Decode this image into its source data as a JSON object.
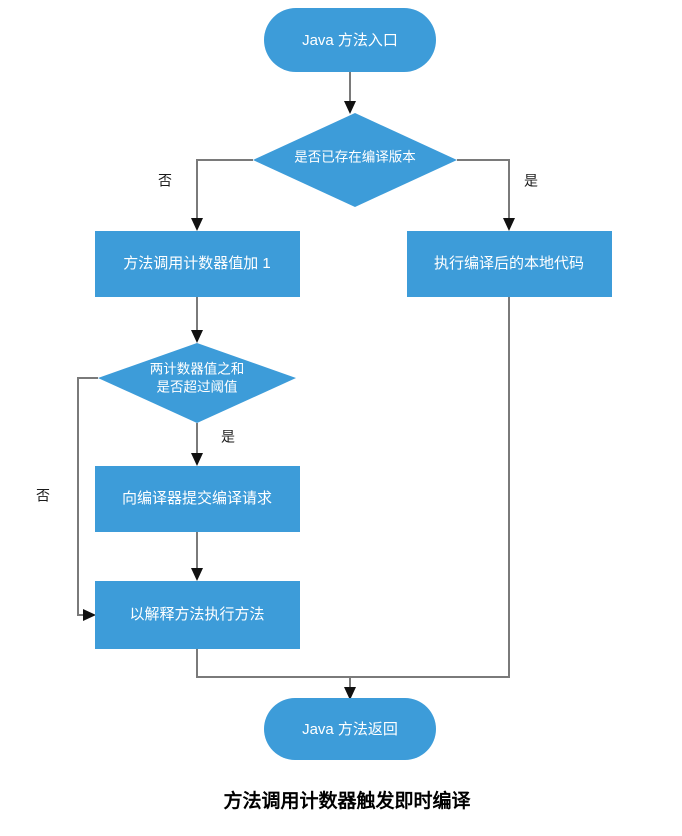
{
  "figure": {
    "caption": "方法调用计数器触发即时编译",
    "background_color": "#ffffff",
    "node_fill_color": "#3d9cd9",
    "node_text_color": "#ffffff",
    "edge_color": "#7a7a7a",
    "arrowhead_color": "#111111"
  },
  "chart_data": {
    "type": "diagram",
    "title": "方法调用计数器触发即时编译",
    "nodes": [
      {
        "id": "start",
        "shape": "terminator",
        "label": "Java 方法入口"
      },
      {
        "id": "has_compiled",
        "shape": "decision",
        "label": "是否已存在编译版本"
      },
      {
        "id": "counter_inc",
        "shape": "process",
        "label": "方法调用计数器值加 1"
      },
      {
        "id": "run_native",
        "shape": "process",
        "label": "执行编译后的本地代码"
      },
      {
        "id": "over_thresh",
        "shape": "decision",
        "label_line1": "两计数器值之和",
        "label_line2": "是否超过阈值"
      },
      {
        "id": "submit_req",
        "shape": "process",
        "label": "向编译器提交编译请求"
      },
      {
        "id": "interpret",
        "shape": "process",
        "label": "以解释方法执行方法"
      },
      {
        "id": "end",
        "shape": "terminator",
        "label": "Java 方法返回"
      }
    ],
    "edges": [
      {
        "from": "start",
        "to": "has_compiled",
        "label": ""
      },
      {
        "from": "has_compiled",
        "to": "counter_inc",
        "label": "否"
      },
      {
        "from": "has_compiled",
        "to": "run_native",
        "label": "是"
      },
      {
        "from": "counter_inc",
        "to": "over_thresh",
        "label": ""
      },
      {
        "from": "over_thresh",
        "to": "submit_req",
        "label": "是"
      },
      {
        "from": "over_thresh",
        "to": "interpret",
        "label": "否"
      },
      {
        "from": "submit_req",
        "to": "interpret",
        "label": ""
      },
      {
        "from": "interpret",
        "to": "end",
        "label": ""
      },
      {
        "from": "run_native",
        "to": "end",
        "label": ""
      }
    ]
  },
  "nodes": {
    "start": {
      "label": "Java 方法入口"
    },
    "has_compiled": {
      "label": "是否已存在编译版本"
    },
    "counter_inc": {
      "label": "方法调用计数器值加 1"
    },
    "run_native": {
      "label": "执行编译后的本地代码"
    },
    "over_thresh": {
      "line1": "两计数器值之和",
      "line2": "是否超过阈值"
    },
    "submit_req": {
      "label": "向编译器提交编译请求"
    },
    "interpret": {
      "label": "以解释方法执行方法"
    },
    "end": {
      "label": "Java 方法返回"
    }
  },
  "edge_labels": {
    "no_branch_top": "否",
    "yes_branch_top": "是",
    "yes_branch_mid": "是",
    "no_branch_loop": "否"
  }
}
